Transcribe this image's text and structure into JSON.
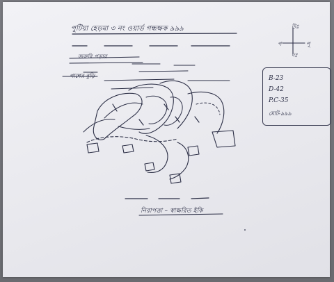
{
  "sketch": {
    "title": "পুটিয়া হেড়মা ৩ নং ওয়ার্ড গন্ধক্ষক ৯৯৯",
    "compass": {
      "north": "উঃ",
      "south": "দঃ",
      "east": "পূ",
      "west": "প"
    },
    "line1": "জরুরি পড়ার",
    "line2": "পাশের বুড়ি",
    "legend": [
      "B-23",
      "D-42",
      "P.C-35",
      "মোট-৯৯৯"
    ],
    "footer": "নিরাপত্তা – স্বাক্ষরিত ইকি",
    "ink_color": "#2b2e45",
    "paper_color": "#ececf1"
  }
}
